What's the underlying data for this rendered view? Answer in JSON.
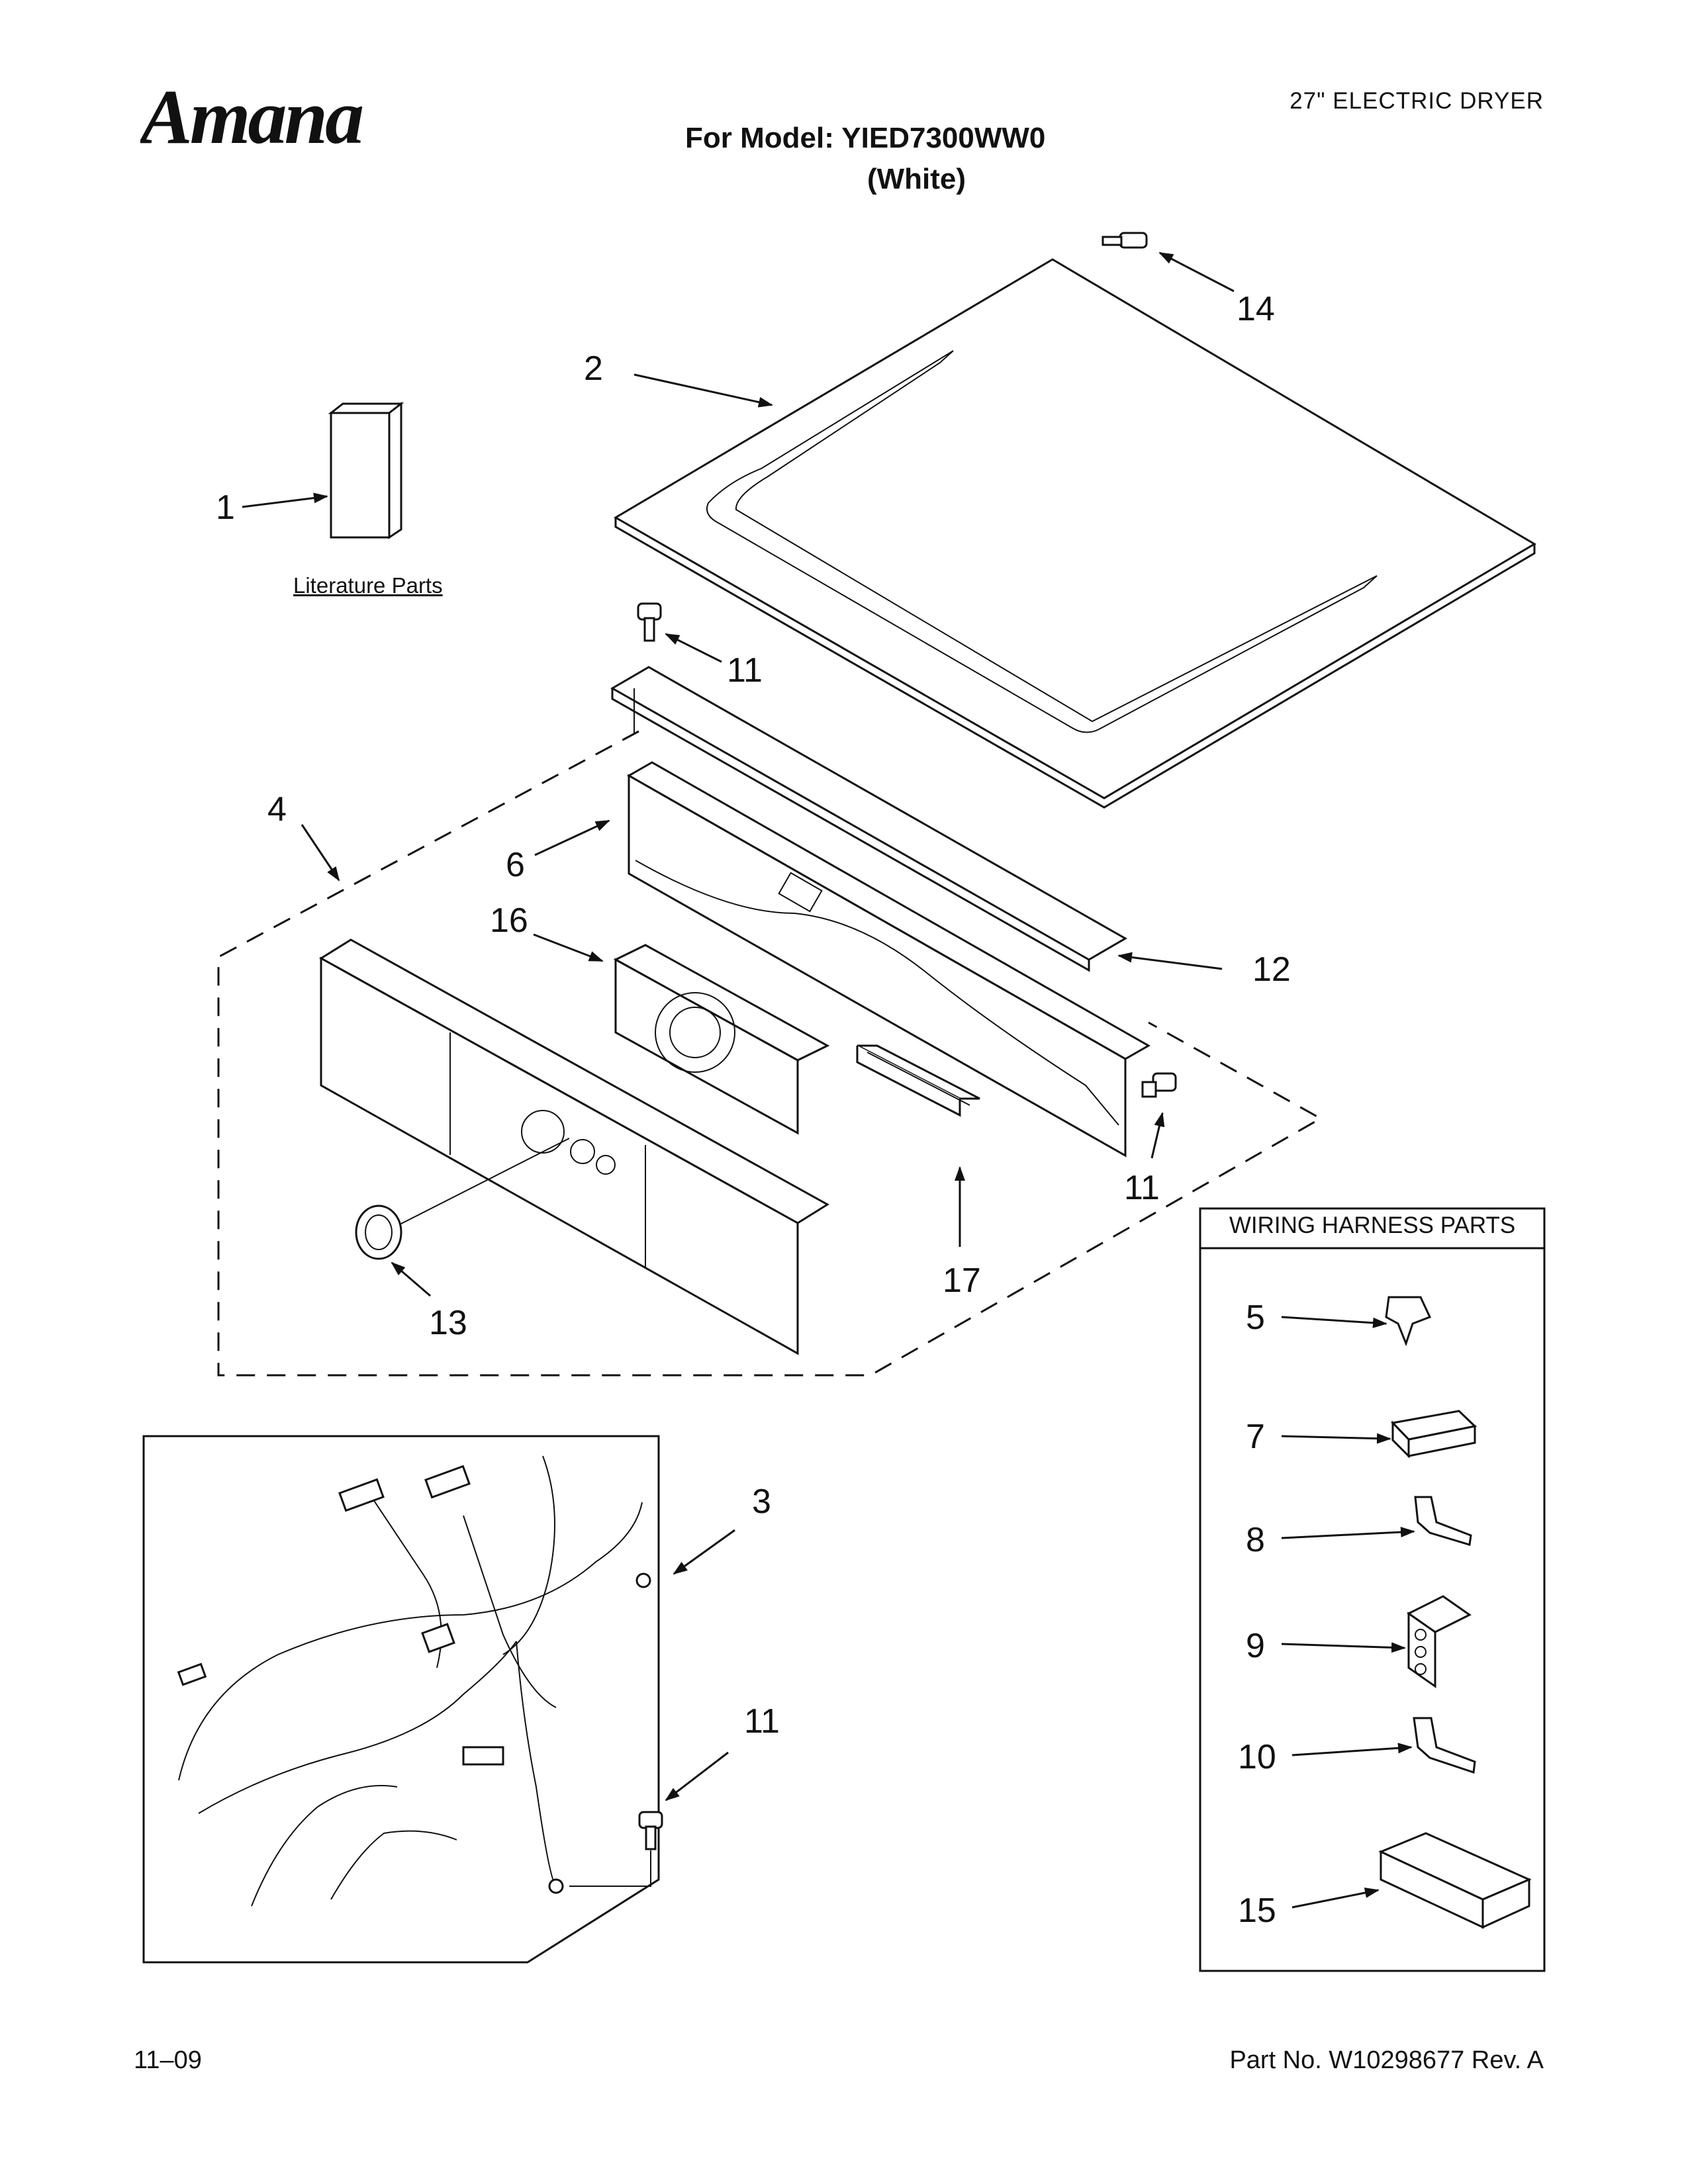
{
  "brand": "Amana",
  "header": {
    "category": "27\" ELECTRIC DRYER",
    "model_line": "For Model: YIED7300WW0",
    "color_line": "(White)"
  },
  "literature_label": "Literature Parts",
  "wiring_harness_title": "WIRING HARNESS PARTS",
  "callouts": {
    "c1": "1",
    "c2": "2",
    "c3": "3",
    "c4": "4",
    "c6": "6",
    "c11a": "11",
    "c11b": "11",
    "c11c": "11",
    "c12": "12",
    "c13": "13",
    "c14": "14",
    "c16": "16",
    "c17": "17",
    "c5": "5",
    "c7": "7",
    "c8": "8",
    "c9": "9",
    "c10": "10",
    "c15": "15"
  },
  "footer": {
    "date": "11–09",
    "part_no": "Part No. W10298677 Rev. A"
  }
}
